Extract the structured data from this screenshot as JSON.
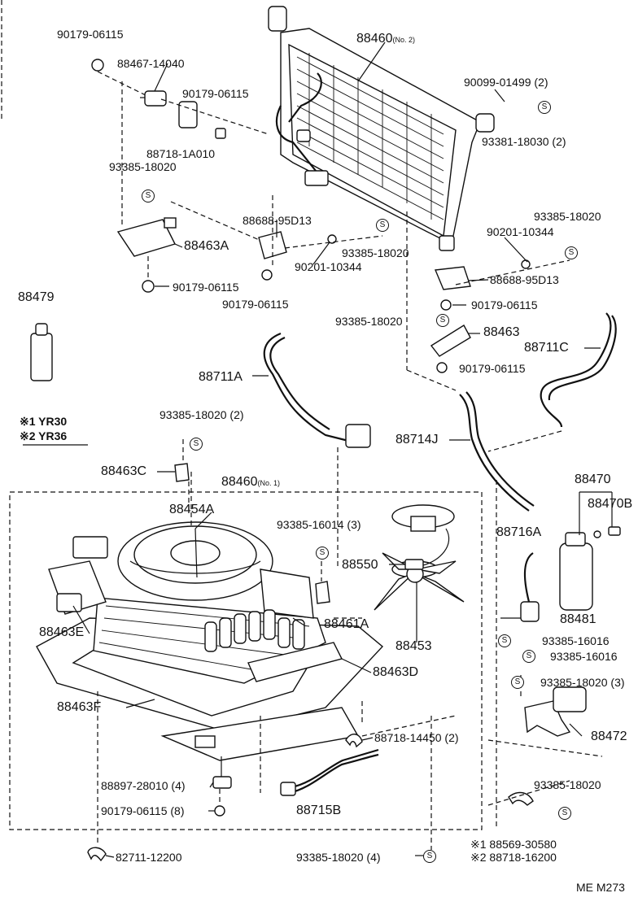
{
  "diagram": {
    "code": "ME M273",
    "legend": {
      "item1": "※1 YR30",
      "item2": "※2 YR36"
    },
    "labels": {
      "l_90179_06115_a": "90179-06115",
      "l_88467_14040": "88467-14040",
      "l_90179_06115_b": "90179-06115",
      "l_88718_1A010": "88718-1A010",
      "l_93385_18020_a": "93385-18020",
      "l_88463A": "88463A",
      "l_90179_06115_c": "90179-06115",
      "l_88479": "88479",
      "l_88460_no2": "88460",
      "l_88460_no2_suffix": "(No. 2)",
      "l_90099_01499": "90099-01499 (2)",
      "l_93381_18030": "93381-18030 (2)",
      "l_88688_95D13_a": "88688-95D13",
      "l_93385_18020_b": "93385-18020",
      "l_90201_10344_a": "90201-10344",
      "l_90179_06115_d": "90179-06115",
      "l_93385_18020_c": "93385-18020",
      "l_90201_10344_b": "90201-10344",
      "l_88688_95D13_b": "88688-95D13",
      "l_90179_06115_e": "90179-06115",
      "l_93385_18020_d": "93385-18020",
      "l_88463": "88463",
      "l_90179_06115_f": "90179-06115",
      "l_88711C": "88711C",
      "l_88711A": "88711A",
      "l_93385_18020_e": "93385-18020 (2)",
      "l_88714J": "88714J",
      "l_88463C": "88463C",
      "l_88460_no1": "88460",
      "l_88460_no1_suffix": "(No. 1)",
      "l_88470": "88470",
      "l_88470B": "88470B",
      "l_88454A": "88454A",
      "l_93385_16014": "93385-16014 (3)",
      "l_88716A": "88716A",
      "l_88550": "88550",
      "l_88481": "88481",
      "l_88461A": "88461A",
      "l_88463E": "88463E",
      "l_88453": "88453",
      "l_93385_16016_a": "93385-16016",
      "l_93385_16016_b": "93385-16016",
      "l_88463D": "88463D",
      "l_93385_18020_f": "93385-18020 (3)",
      "l_88463F": "88463F",
      "l_88472": "88472",
      "l_88718_14450": "88718-14450 (2)",
      "l_88897_28010": "88897-28010 (4)",
      "l_93385_18020_g": "93385-18020",
      "l_90179_06115_g": "90179-06115 (8)",
      "l_88715B": "88715B",
      "l_82711_12200": "82711-12200",
      "l_93385_18020_h": "93385-18020 (4)",
      "l_88569_30580": "※1 88569-30580",
      "l_88718_16200": "※2 88718-16200"
    },
    "s_mark": "S"
  }
}
